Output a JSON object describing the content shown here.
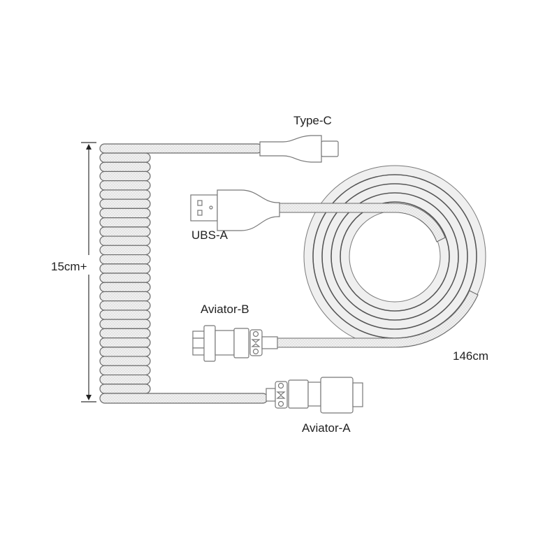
{
  "diagram": {
    "type": "product-dimension-diagram",
    "subject": "coiled keyboard cable with interchangeable connectors",
    "labels": {
      "type_c": "Type-C",
      "usb_a": "UBS-A",
      "aviator_b": "Aviator-B",
      "aviator_a": "Aviator-A",
      "coil_length": "15cm+",
      "cable_length": "146cm"
    },
    "dimensions": {
      "coil_length_cm": "15cm+",
      "total_length_cm": "146cm"
    },
    "colors": {
      "line": "#6a6a6a",
      "dark_line": "#555555",
      "cable_fill": "#eeeeee",
      "text": "#222222",
      "background": "#ffffff"
    },
    "coil_loops": 26
  }
}
